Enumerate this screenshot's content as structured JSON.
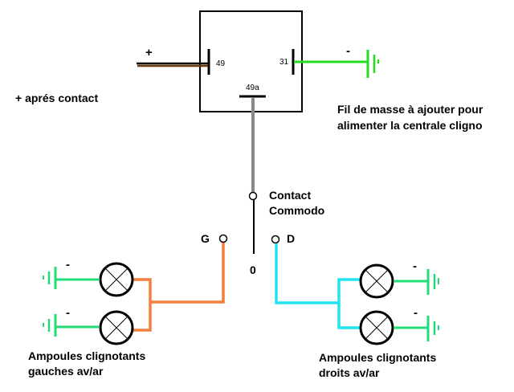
{
  "relay": {
    "pin_49": "49",
    "pin_31": "31",
    "pin_49a": "49a"
  },
  "labels": {
    "plus_sign": "+",
    "minus_sign": "-",
    "plus_apres_contact": "+ aprés contact",
    "fil_masse_line1": "Fil de masse à ajouter pour",
    "fil_masse_line2": "alimenter la centrale cligno",
    "contact_line1": "Contact",
    "contact_line2": "Commodo",
    "switch_g": "G",
    "switch_d": "D",
    "switch_0": "0",
    "gauche_line1": "Ampoules clignotants",
    "gauche_line2": "gauches av/ar",
    "droite_line1": "Ampoules clignotants",
    "droite_line2": "droits av/ar"
  },
  "colors": {
    "positive_wire_top": "#000000",
    "positive_wire_bottom": "#6b3a10",
    "ground_wire_relay": "#22dd22",
    "ground_wire_lamps": "#22dd77",
    "switch_feed_wire": "#888888",
    "left_wire": "#f07f40",
    "right_wire": "#22e4f0"
  }
}
